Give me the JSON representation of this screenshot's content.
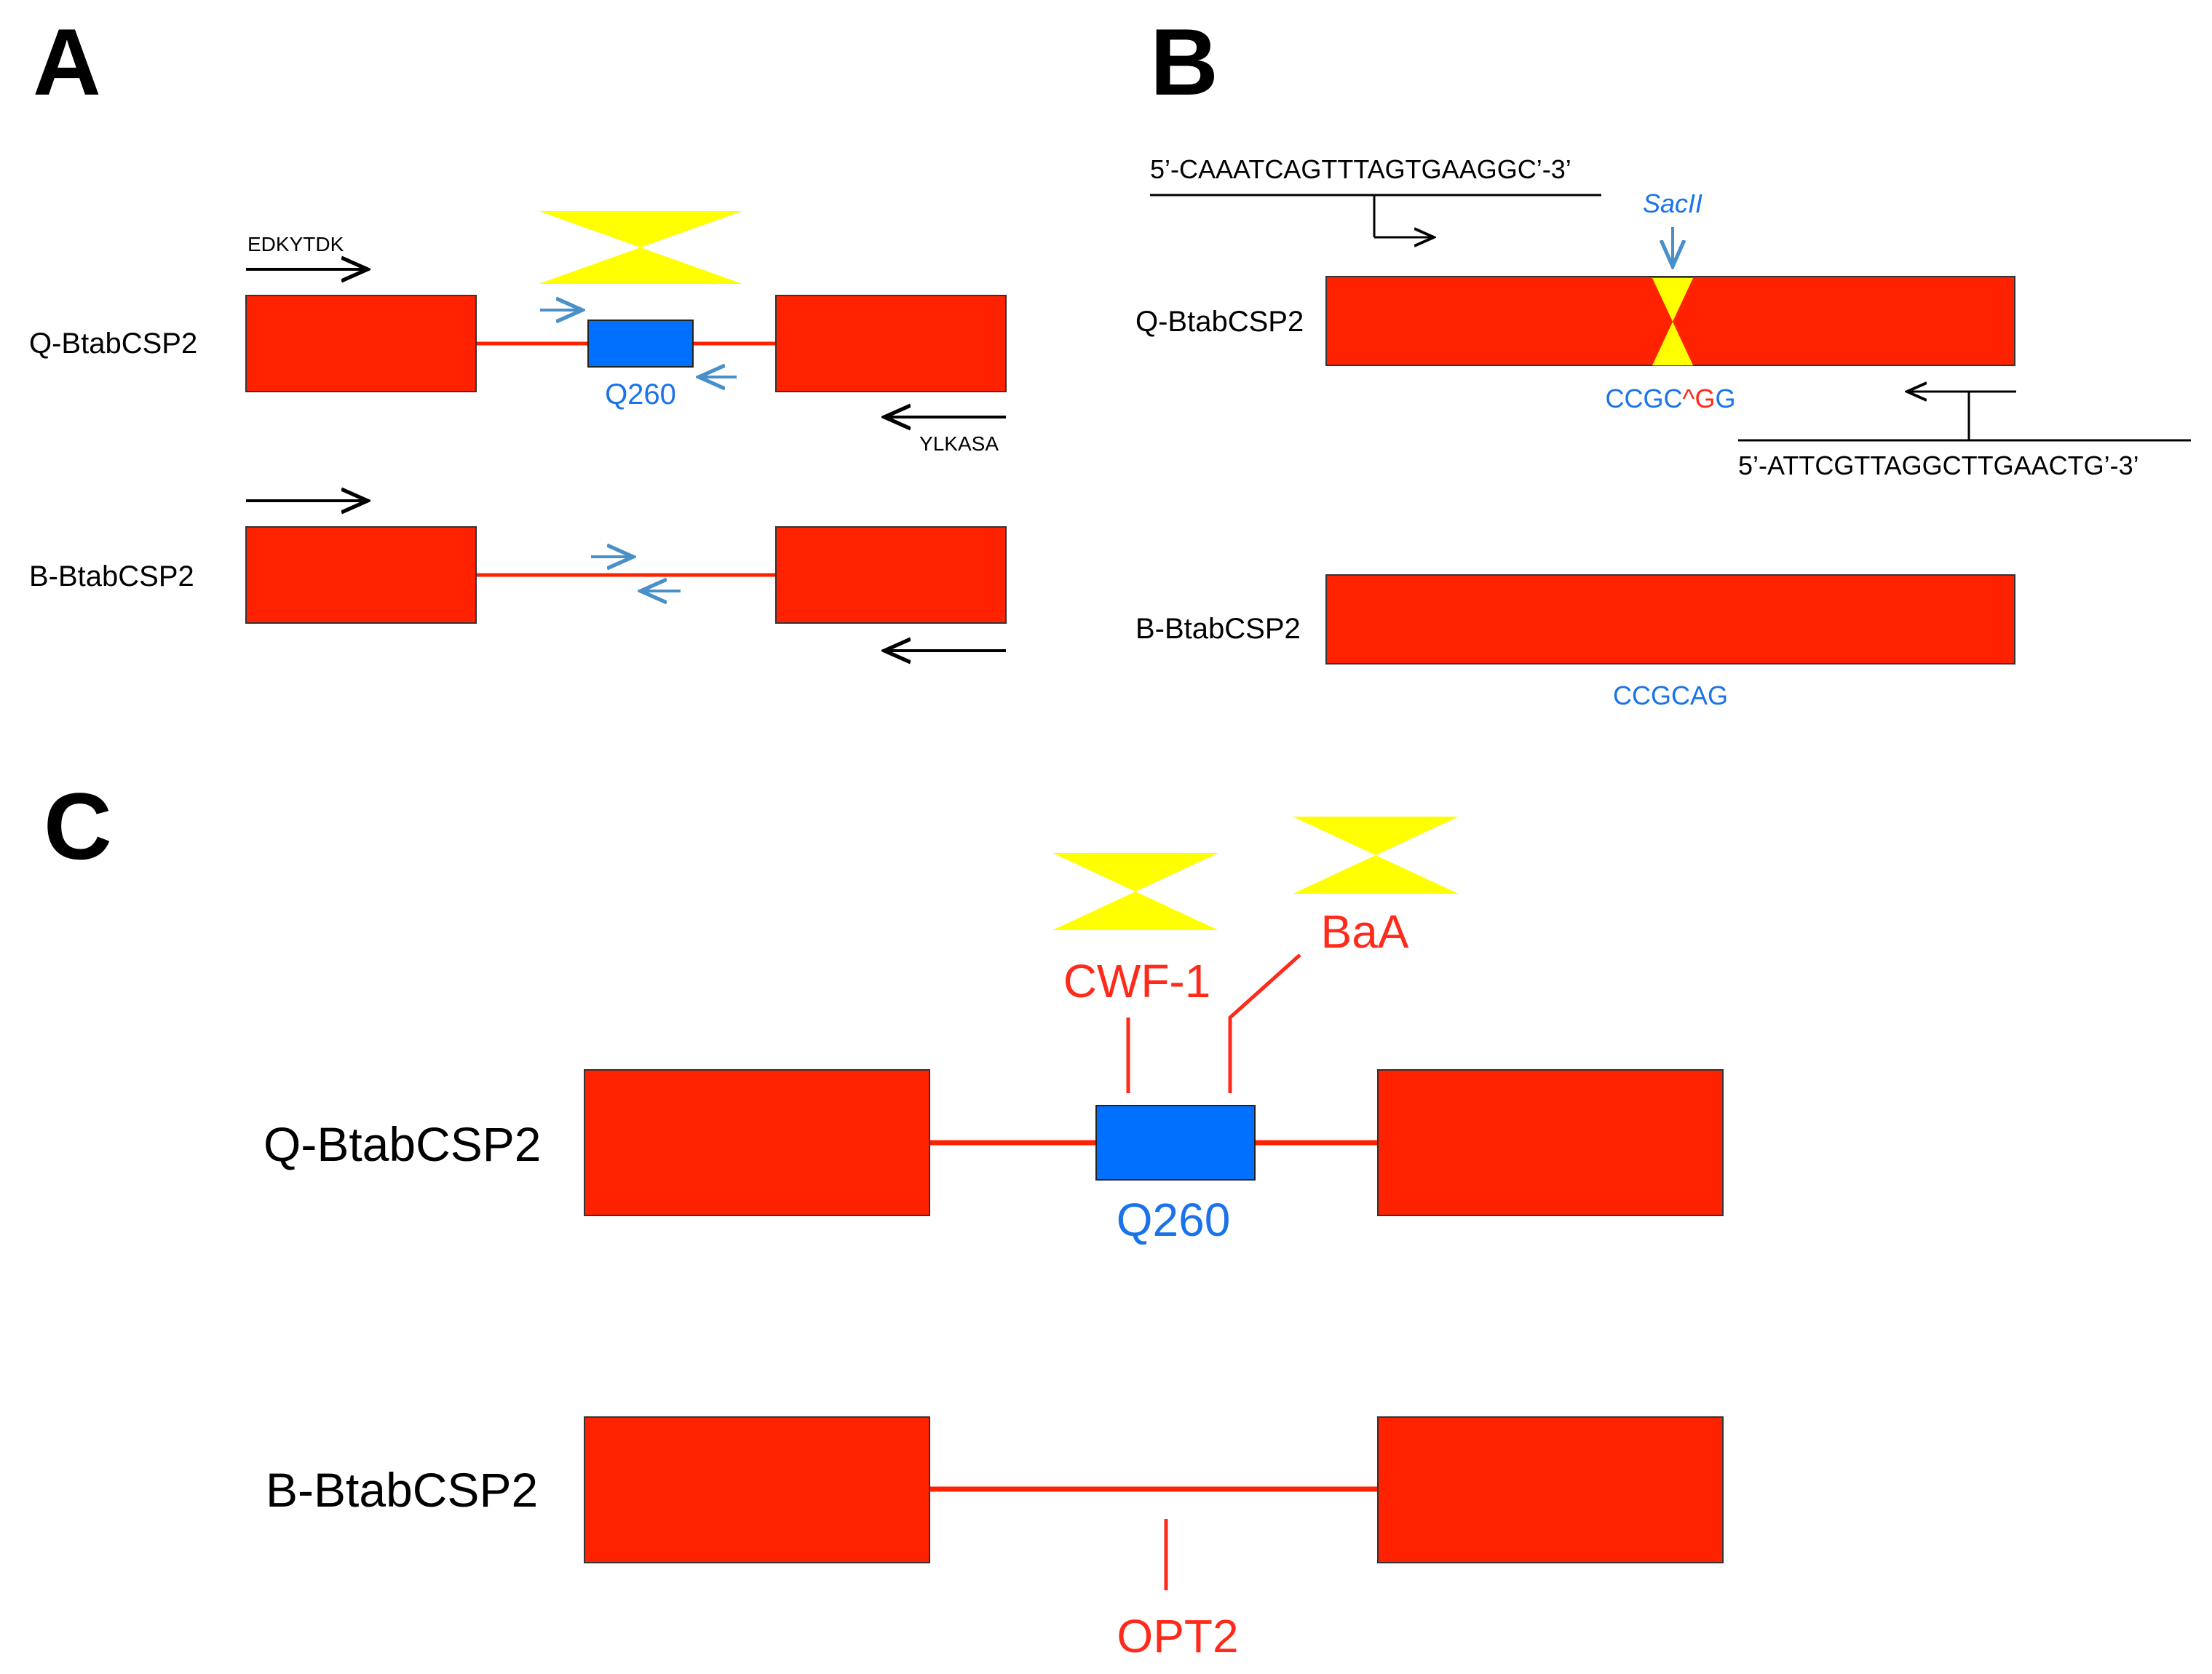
{
  "panels": {
    "A": {
      "letter": "A",
      "q_gene": "Q-BtabCSP2",
      "b_gene": "B-BtabCSP2",
      "insert_label": "Q260",
      "forward_primer_label": "EDKYTDK",
      "reverse_primer_label": "YLKASA"
    },
    "B": {
      "letter": "B",
      "q_gene": "Q-BtabCSP2",
      "b_gene": "B-BtabCSP2",
      "forward_primer": "5’-CAAATCAGTTTAGTGAAGGC’-3’",
      "reverse_primer": "5’-ATTCGTTAGGCTTGAACTG’-3’",
      "enzyme": "SacII",
      "q_site": {
        "prefix": "CCGC",
        "cut": "^",
        "cut_base": "G",
        "suffix": "G"
      },
      "b_site": "CCGCAG"
    },
    "C": {
      "letter": "C",
      "q_gene": "Q-BtabCSP2",
      "b_gene": "B-BtabCSP2",
      "insert_label": "Q260",
      "marker_1": "CWF-1",
      "marker_2": "BaA",
      "marker_3": "OPT2"
    }
  },
  "colors": {
    "exon": "#ff2200",
    "intron": "#ff2200",
    "insert": "#0070ff",
    "insert_text": "#1a73e8",
    "primer_arrow_blue": "#4a90c8",
    "hourglass": "#ffff00",
    "marker_text": "#ff2a1a",
    "black": "#000000",
    "cut_mark": "#ff2a1a"
  },
  "icons": {
    "hourglass": "yellow-hourglass-icon",
    "arrow": "arrow-icon"
  }
}
